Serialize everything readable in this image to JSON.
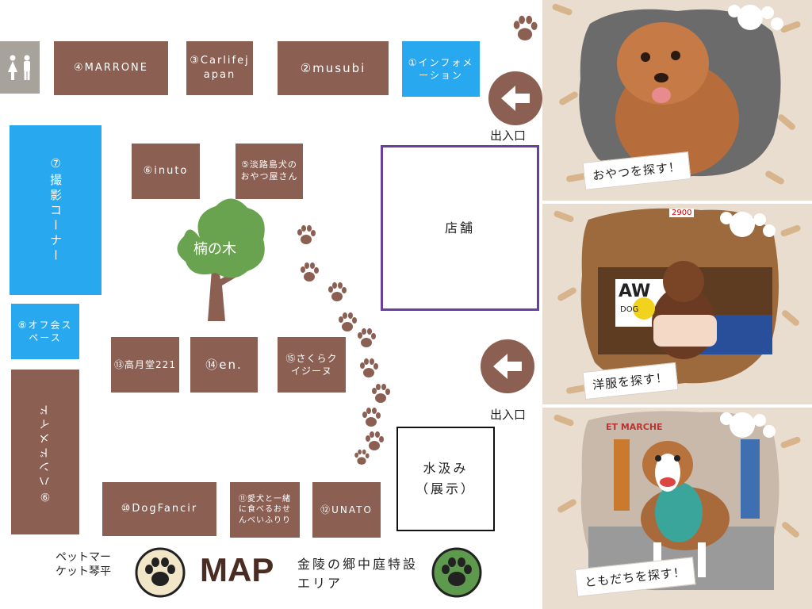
{
  "map": {
    "restroom_icon": "restroom-icon",
    "booths": [
      {
        "id": "marrone",
        "text": "④MARRONE",
        "type": "brown"
      },
      {
        "id": "carlife",
        "text": "③Carlifejapan",
        "type": "brown"
      },
      {
        "id": "musubi",
        "text": "②musubi",
        "type": "brown"
      },
      {
        "id": "info",
        "text": "①インフォメーション",
        "type": "blue"
      },
      {
        "id": "inuto",
        "text": "⑥inuto",
        "type": "brown"
      },
      {
        "id": "awajishima",
        "text": "⑤淡路島犬のおやつ屋さん",
        "type": "brown"
      },
      {
        "id": "photo",
        "text": "⑦撮影コーナー",
        "type": "blue"
      },
      {
        "id": "offkai",
        "text": "⑧オフ会スペース",
        "type": "blue"
      },
      {
        "id": "takatsuki",
        "text": "⑬高月堂221",
        "type": "brown"
      },
      {
        "id": "en",
        "text": "⑭en.",
        "type": "brown"
      },
      {
        "id": "sakura",
        "text": "⑮さくらクイジーヌ",
        "type": "brown"
      },
      {
        "id": "handmade",
        "text": "⑨ハンドメイド",
        "type": "brown"
      },
      {
        "id": "dogfancir",
        "text": "⑩DogFancir",
        "type": "brown"
      },
      {
        "id": "senbei",
        "text": "⑪愛犬と一緒に食べるおせんべいふりり",
        "type": "brown"
      },
      {
        "id": "unato",
        "text": "⑫UNATO",
        "type": "brown"
      }
    ],
    "store_label": "店舗",
    "water_label": "水汲み（展示）",
    "tree_label": "楠の木",
    "entrance_label_1": "出入口",
    "entrance_label_2": "出入口",
    "footer_org": "ペットマーケット琴平",
    "footer_title": "MAP",
    "footer_area": "金陵の郷中庭特設エリア"
  },
  "panels": [
    {
      "caption": "おやつを探す！"
    },
    {
      "caption": "洋服を探す！"
    },
    {
      "caption": "ともだちを探す！"
    }
  ],
  "panel2_signs": {
    "price": "2900",
    "sign": "AW",
    "sign_sub": "DOG"
  },
  "panel3_banner": "ET MARCHE",
  "colors": {
    "brown": "#8b5f52",
    "blue": "#27a8ef",
    "tree": "#5e9a4d",
    "purple": "#6b3fa0"
  }
}
